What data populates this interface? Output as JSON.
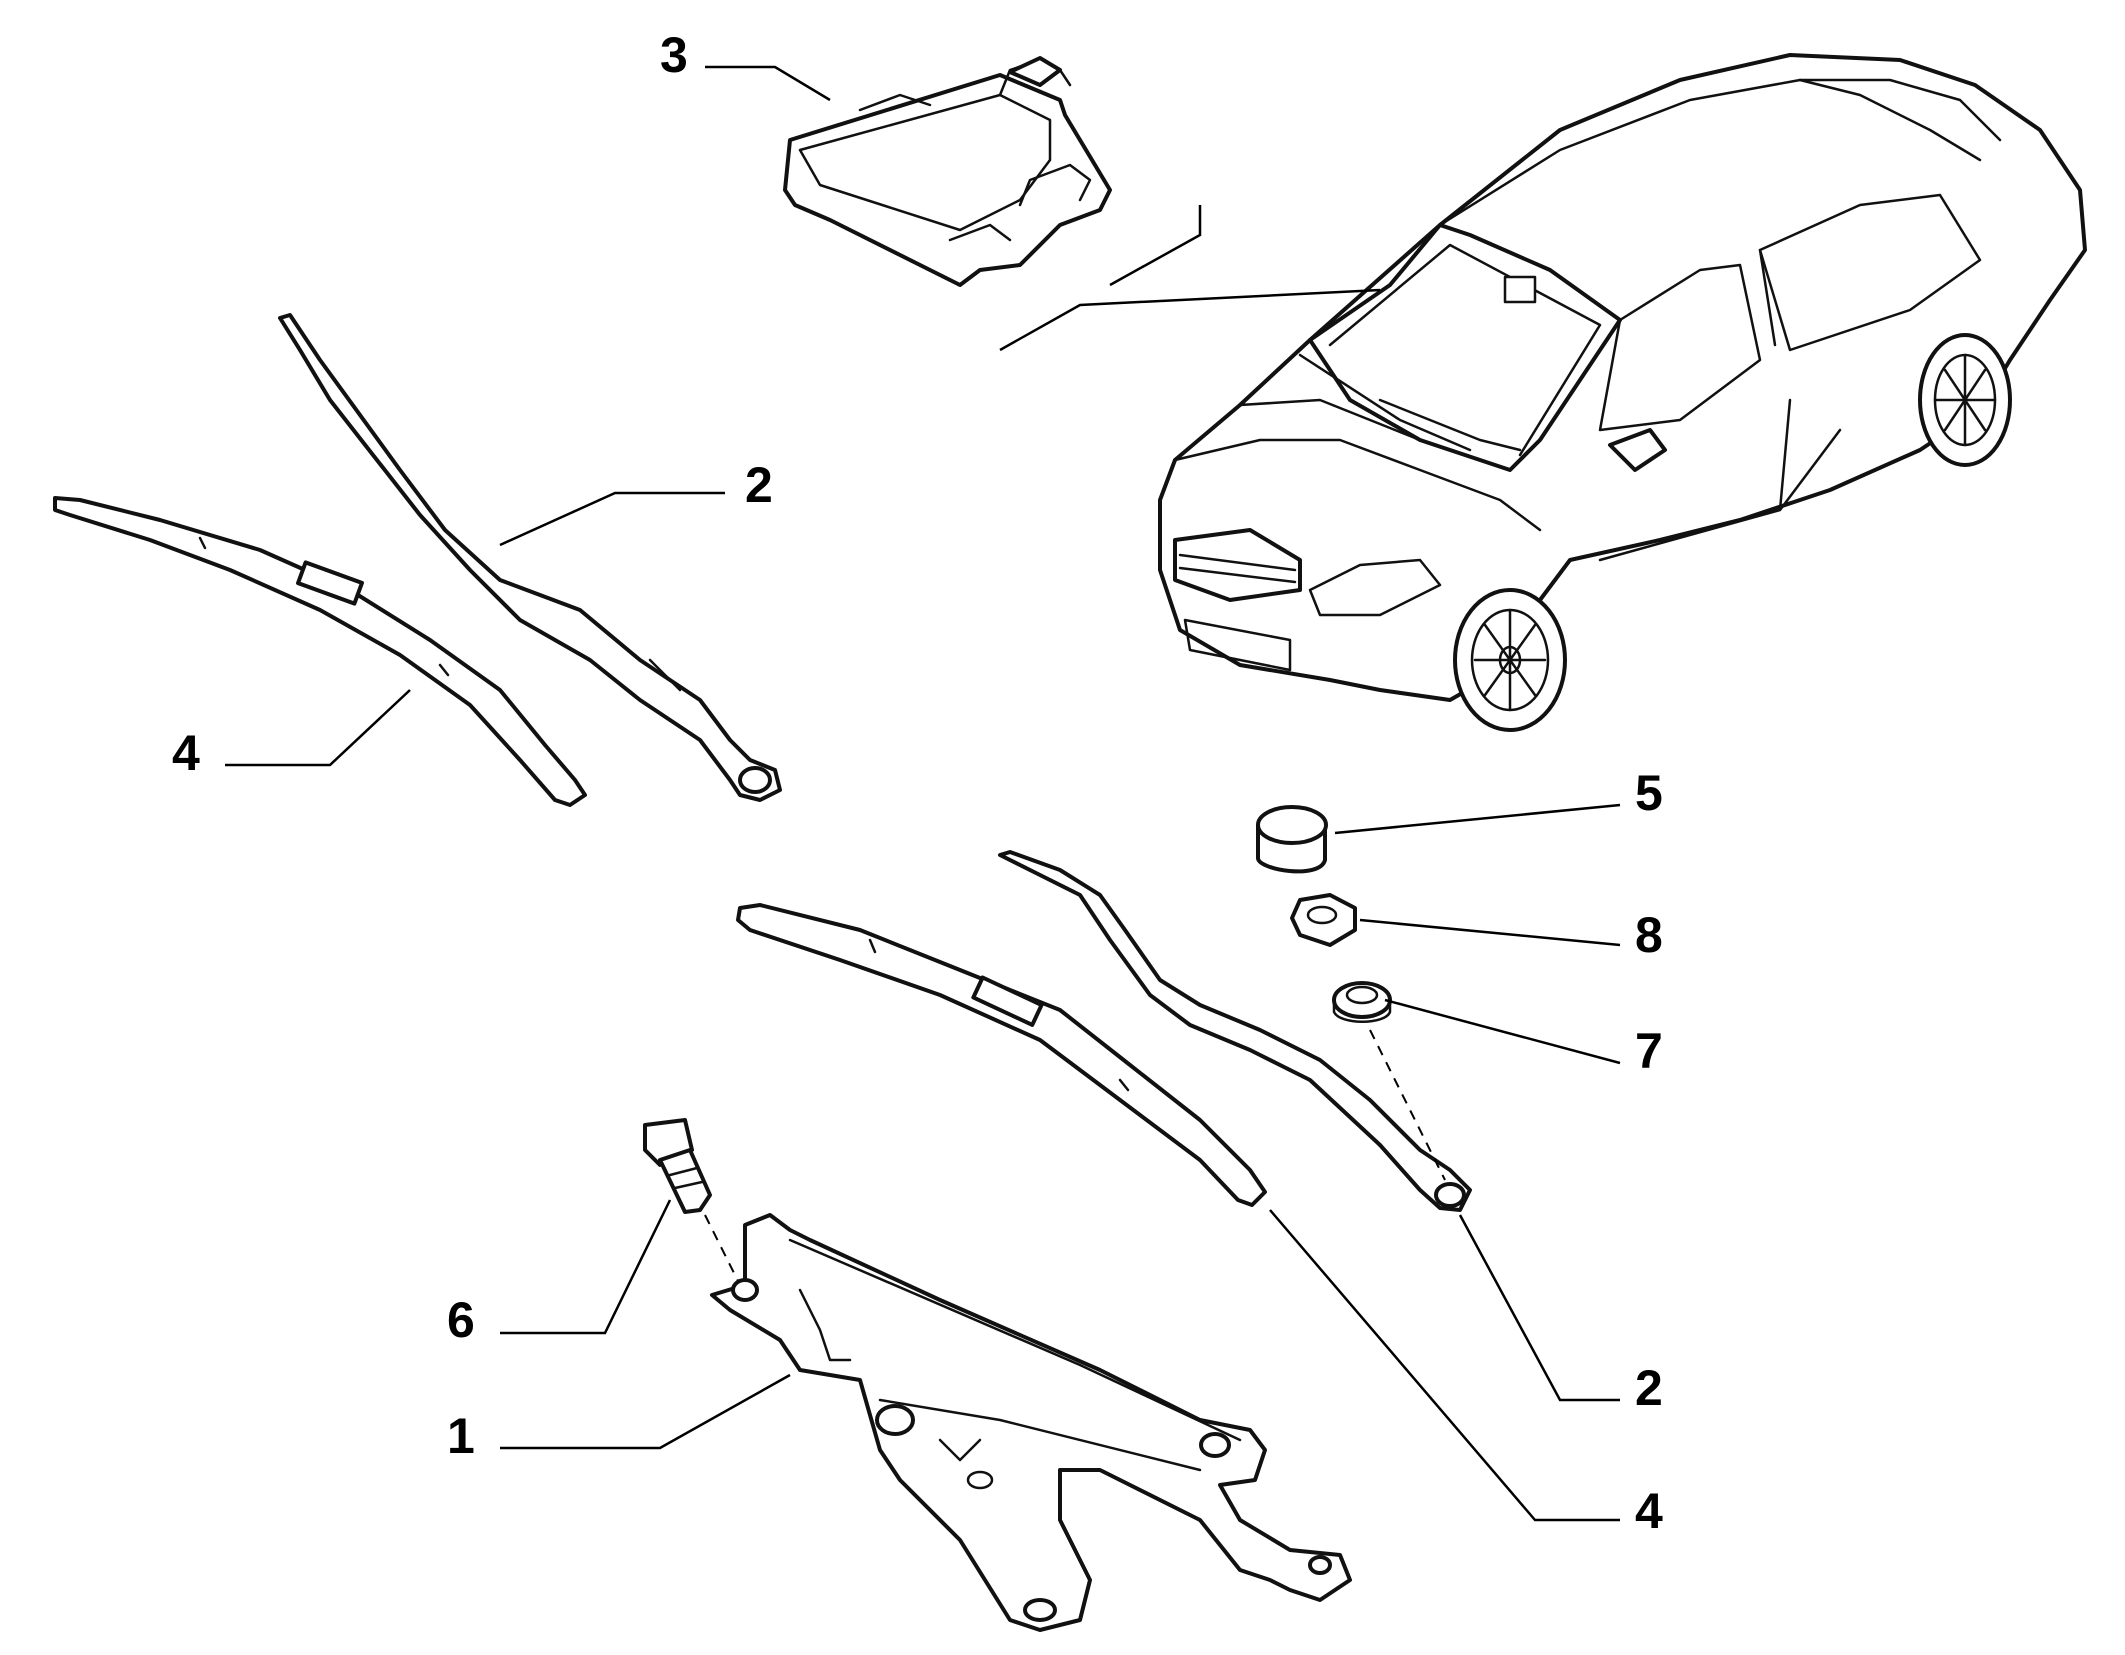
{
  "callouts": [
    {
      "id": "callout-3-control-unit",
      "label": "3"
    },
    {
      "id": "callout-2-upper-wiper-arm",
      "label": "2"
    },
    {
      "id": "callout-4-left-wiper-blade",
      "label": "4"
    },
    {
      "id": "callout-5-nut-cap",
      "label": "5"
    },
    {
      "id": "callout-8-nut",
      "label": "8"
    },
    {
      "id": "callout-7-washer",
      "label": "7"
    },
    {
      "id": "callout-6-bolt",
      "label": "6"
    },
    {
      "id": "callout-1-wiper-linkage",
      "label": "1"
    },
    {
      "id": "callout-2-lower-wiper-arm",
      "label": "2"
    },
    {
      "id": "callout-4-lower-wiper-blade",
      "label": "4"
    }
  ]
}
